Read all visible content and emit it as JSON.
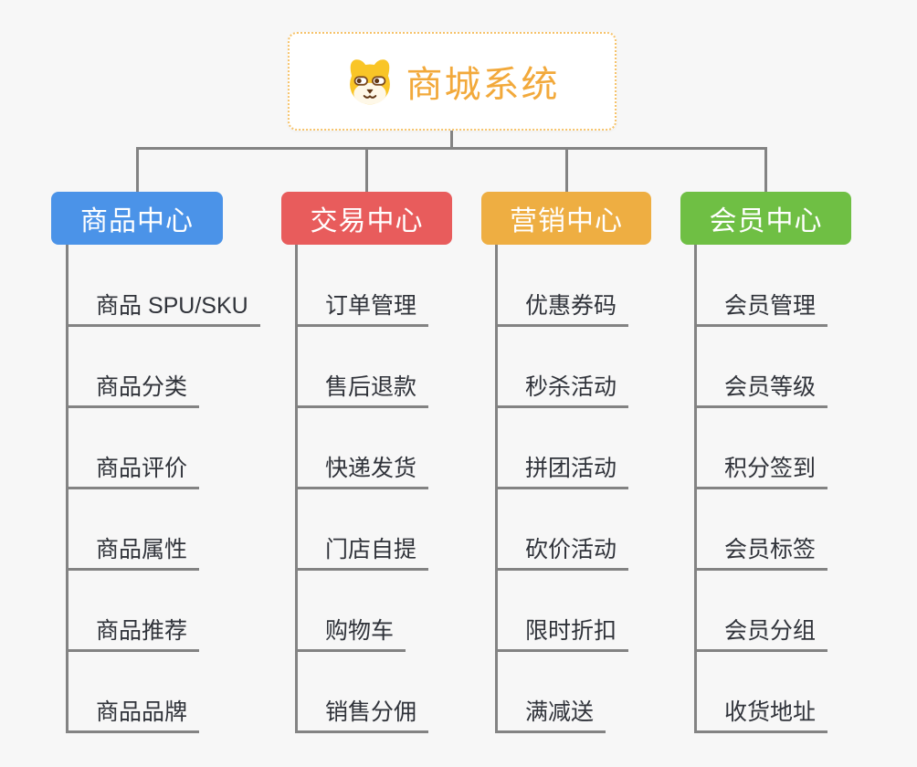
{
  "colors": {
    "background": "#f7f7f7",
    "line": "#838383",
    "root_accent": "#f2a93b",
    "root_border": "#f6c36b"
  },
  "root": {
    "title": "商城系统",
    "icon": "dog-face-icon",
    "text_color": "#f2a93b",
    "border_color": "#f6c36b"
  },
  "branches": [
    {
      "label": "商品中心",
      "color": "#4b93e8",
      "items": [
        "商品 SPU/SKU",
        "商品分类",
        "商品评价",
        "商品属性",
        "商品推荐",
        "商品品牌"
      ]
    },
    {
      "label": "交易中心",
      "color": "#e85c5c",
      "items": [
        "订单管理",
        "售后退款",
        "快递发货",
        "门店自提",
        "购物车",
        "销售分佣"
      ]
    },
    {
      "label": "营销中心",
      "color": "#eeae42",
      "items": [
        "优惠券码",
        "秒杀活动",
        "拼团活动",
        "砍价活动",
        "限时折扣",
        "满减送"
      ]
    },
    {
      "label": "会员中心",
      "color": "#6fbf44",
      "items": [
        "会员管理",
        "会员等级",
        "积分签到",
        "会员标签",
        "会员分组",
        "收货地址"
      ]
    }
  ]
}
